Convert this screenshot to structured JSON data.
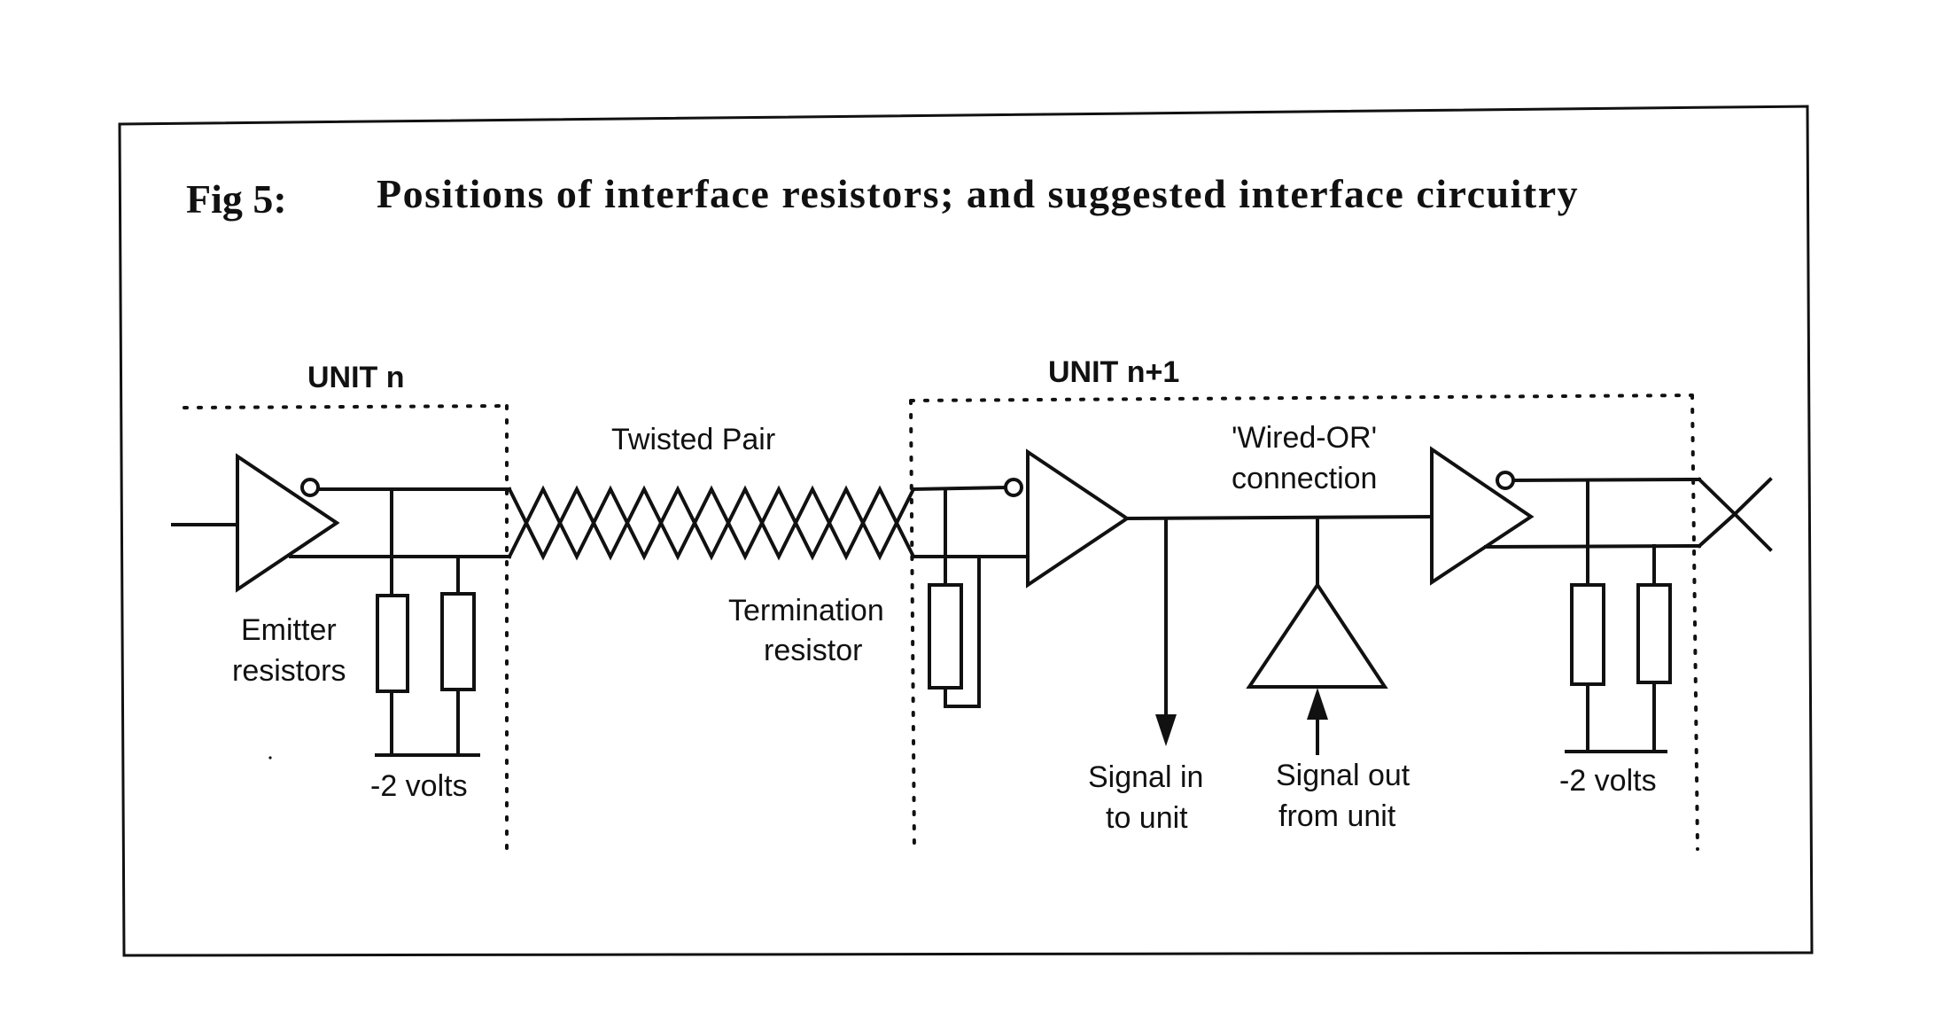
{
  "figure": {
    "title_prefix": "Fig 5:",
    "title_text": "Positions of interface resistors;  and suggested interface circuitry",
    "unit_n_label": "UNIT n",
    "unit_n1_label": "UNIT n+1",
    "twisted_pair_label": "Twisted Pair",
    "wired_or_label_line1": "'Wired-OR'",
    "wired_or_label_line2": "connection",
    "emitter_resistors_line1": "Emitter",
    "emitter_resistors_line2": "resistors",
    "termination_resistor_line1": "Termination",
    "termination_resistor_line2": "resistor",
    "left_supply_label": "-2 volts",
    "right_supply_label": "-2 volts",
    "signal_in_line1": "Signal in",
    "signal_in_line2": "to unit",
    "signal_out_line1": "Signal out",
    "signal_out_line2": "from unit"
  }
}
